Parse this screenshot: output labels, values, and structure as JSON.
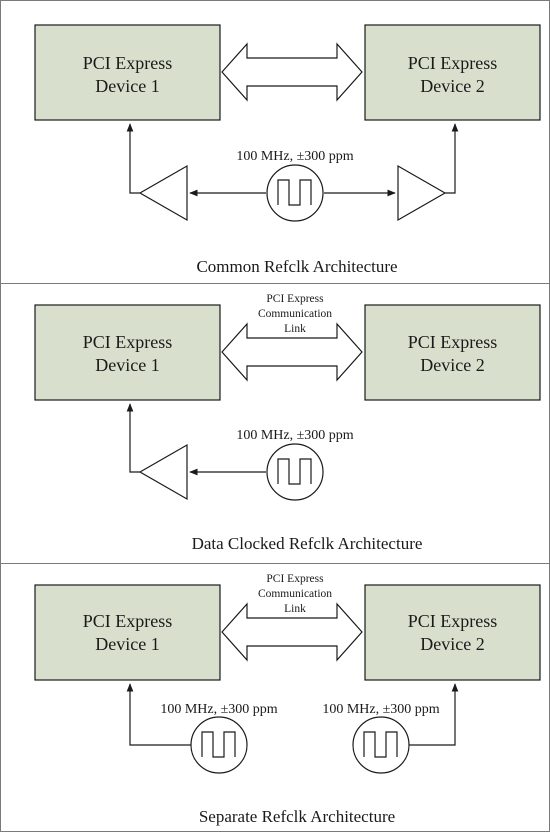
{
  "panels": [
    {
      "device1": [
        "PCI Express",
        "Device 1"
      ],
      "device2": [
        "PCI Express",
        "Device 2"
      ],
      "link_label": [],
      "clock_labels": [
        "100 MHz, ±300 ppm"
      ],
      "caption": "Common Refclk Architecture"
    },
    {
      "device1": [
        "PCI Express",
        "Device 1"
      ],
      "device2": [
        "PCI Express",
        "Device 2"
      ],
      "link_label": [
        "PCI Express",
        "Communication",
        "Link"
      ],
      "clock_labels": [
        "100 MHz, ±300 ppm"
      ],
      "caption": "Data Clocked Refclk Architecture"
    },
    {
      "device1": [
        "PCI Express",
        "Device 1"
      ],
      "device2": [
        "PCI Express",
        "Device 2"
      ],
      "link_label": [
        "PCI Express",
        "Communication",
        "Link"
      ],
      "clock_labels": [
        "100 MHz, ±300 ppm",
        "100 MHz, ±300 ppm"
      ],
      "caption": "Separate Refclk Architecture"
    }
  ],
  "colors": {
    "device_fill": "#d9dfcd",
    "stroke": "#1a1a1a",
    "divider": "#7a7a7a"
  }
}
